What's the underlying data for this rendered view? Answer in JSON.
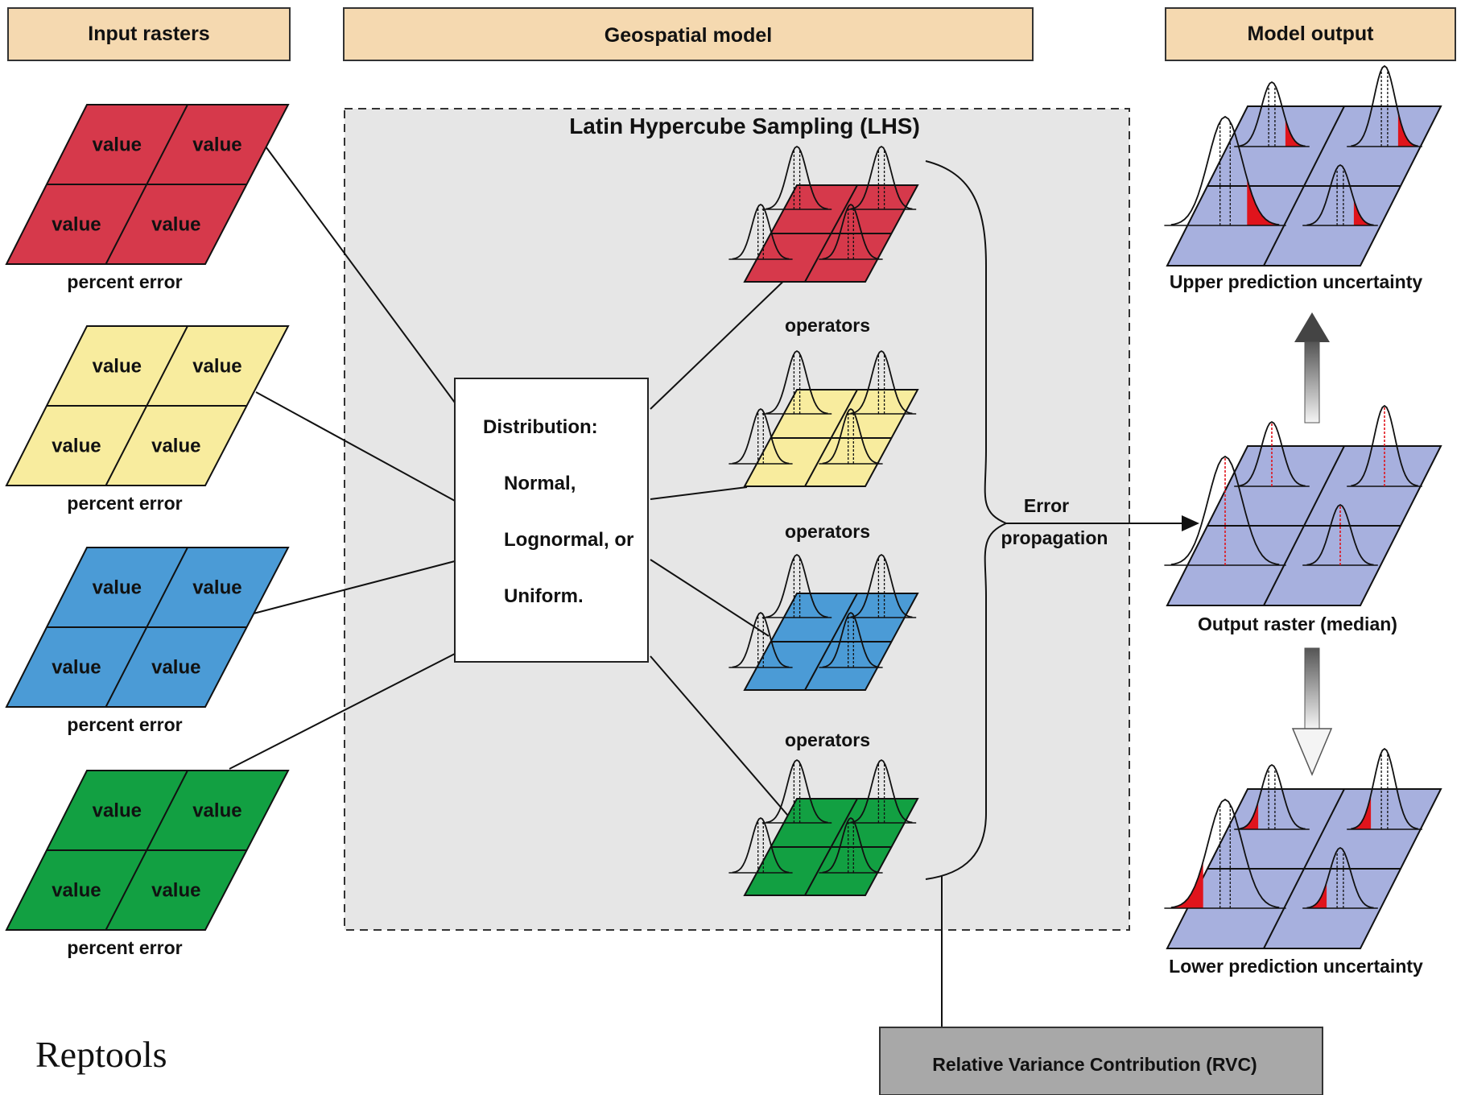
{
  "headers": {
    "inputs": "Input rasters",
    "model": "Geospatial model",
    "output": "Model output"
  },
  "lhs_title": "Latin Hypercube Sampling (LHS)",
  "cell_label": "value",
  "error_label": "percent error",
  "operators_label": "operators",
  "distribution": {
    "title": "Distribution:",
    "line1": "Normal,",
    "line2": "Lognormal, or",
    "line3": "Uniform."
  },
  "error_propagation": [
    "Error",
    "propagation"
  ],
  "outputs": {
    "upper": "Upper prediction uncertainty",
    "median": "Output raster (median)",
    "lower": "Lower prediction uncertainty"
  },
  "rvc": "Relative Variance Contribution (RVC)",
  "brand": "Reptools",
  "colors": {
    "header_fill": "#f5d9b0",
    "red": "#d6394b",
    "yellow": "#f8ec9e",
    "blue": "#4b9bd6",
    "green": "#12a042",
    "output": "#a7b0de",
    "panel": "#e6e6e6",
    "rvc_box": "#a8a8a8"
  }
}
